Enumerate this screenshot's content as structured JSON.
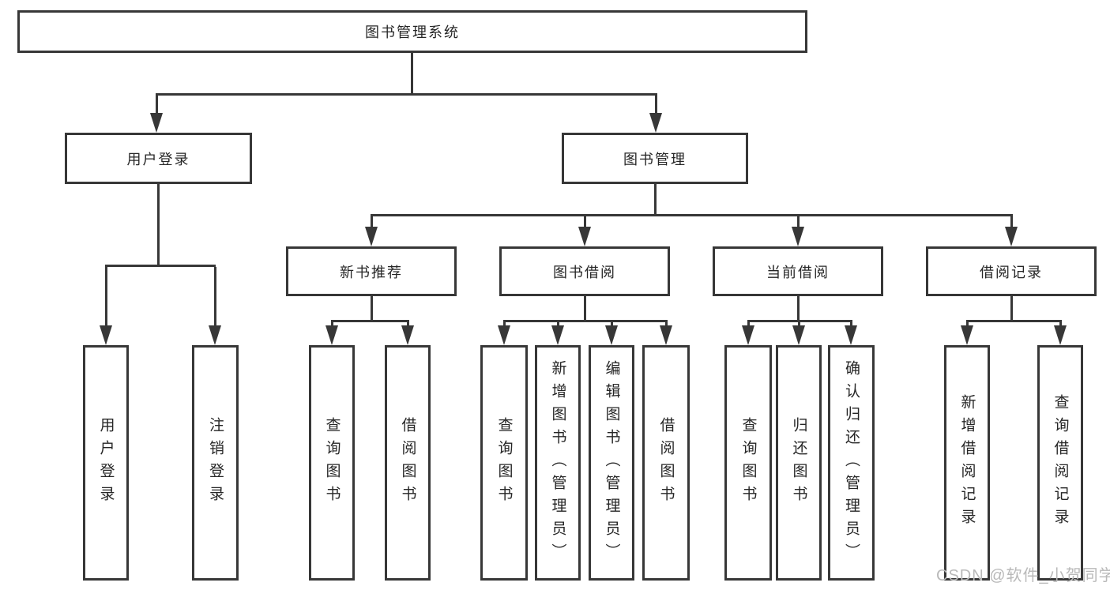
{
  "colors": {
    "background": "#ffffff",
    "line": "#373737",
    "text": "#262626",
    "watermark": "#b9b9b9"
  },
  "tree": {
    "root": {
      "label": "图书管理系统"
    },
    "level2": [
      {
        "label": "用户登录"
      },
      {
        "label": "图书管理"
      }
    ],
    "level3": [
      {
        "label": "新书推荐"
      },
      {
        "label": "图书借阅"
      },
      {
        "label": "当前借阅"
      },
      {
        "label": "借阅记录"
      }
    ],
    "leaves": [
      {
        "label": "用户登录"
      },
      {
        "label": "注销登录"
      },
      {
        "label": "查询图书"
      },
      {
        "label": "借阅图书"
      },
      {
        "label": "查询图书"
      },
      {
        "label": "新增图书（管理员）"
      },
      {
        "label": "编辑图书（管理员）"
      },
      {
        "label": "借阅图书"
      },
      {
        "label": "查询图书"
      },
      {
        "label": "归还图书"
      },
      {
        "label": "确认归还（管理员）"
      },
      {
        "label": "新增借阅记录"
      },
      {
        "label": "查询借阅记录"
      }
    ]
  },
  "watermark": {
    "text": "CSDN @软件_小贺同学"
  }
}
